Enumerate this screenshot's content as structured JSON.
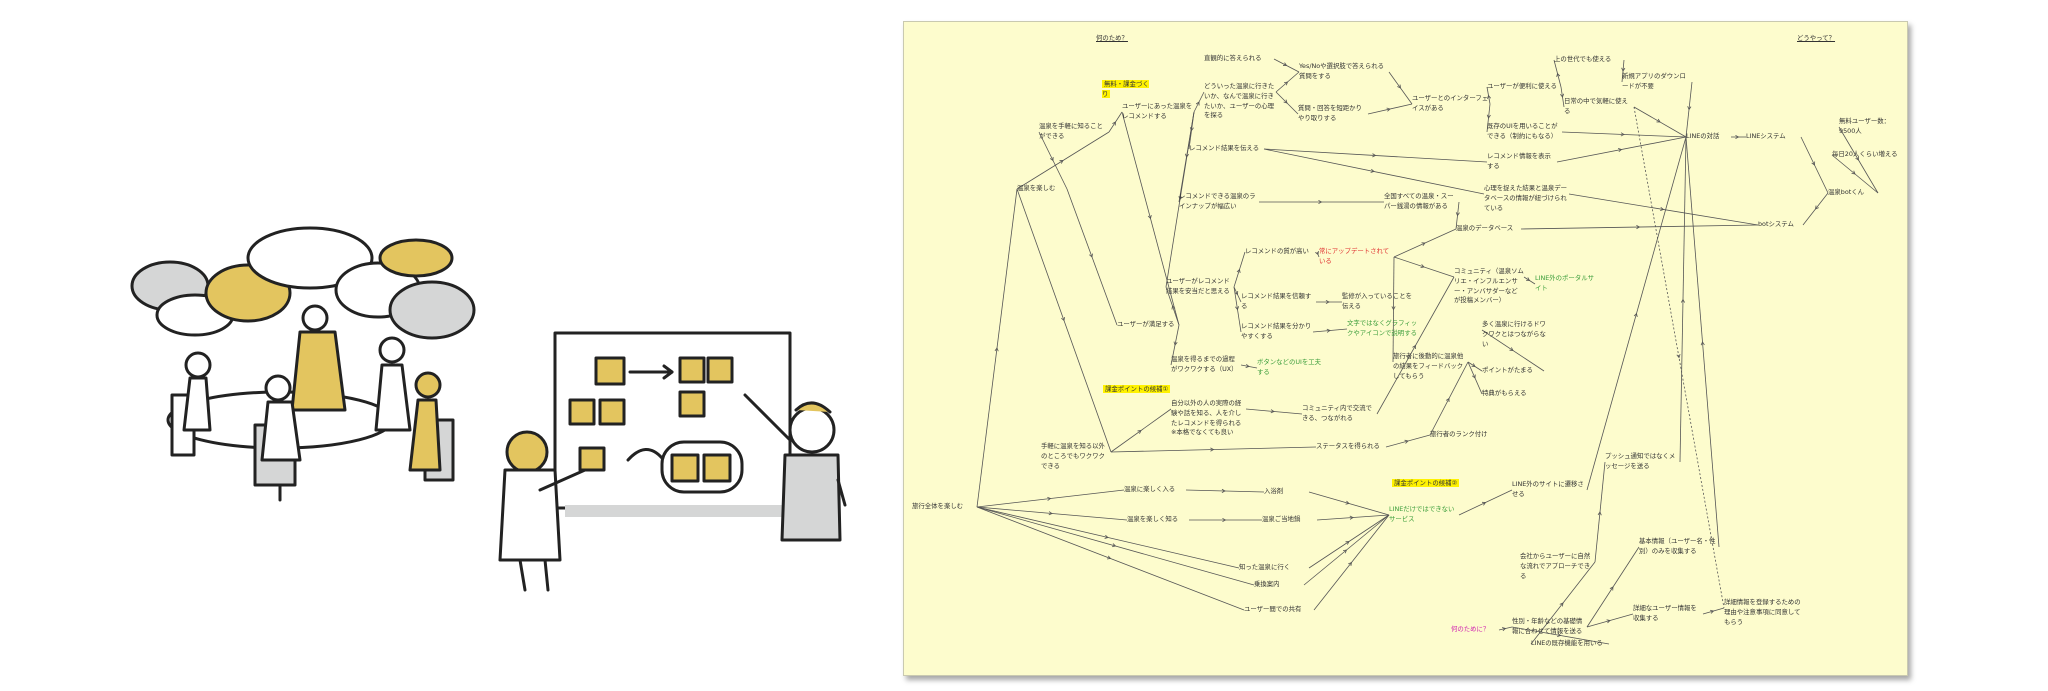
{
  "colors": {
    "accent_yellow": "#e3c55f",
    "gray_fill": "#d5d6d6",
    "board_bg": "#fdfccd",
    "highlight": "#fff200",
    "red_text": "#e03030",
    "green_text": "#3a9d3a",
    "magenta_text": "#d01fb0"
  },
  "illustration": {
    "left_scene": "team-meeting-with-speech-bubbles",
    "right_scene": "sticky-note-whiteboard-discussion"
  },
  "mindmap": {
    "nodes": [
      {
        "id": "n1",
        "text": "何のため？",
        "style": "link"
      },
      {
        "id": "n2",
        "text": "どうやって？",
        "style": "link"
      },
      {
        "id": "n3",
        "text": "直観的に答えられる"
      },
      {
        "id": "n4",
        "text": "Yes/Noや選択肢で答えられる質問をする"
      },
      {
        "id": "n5",
        "text": "上の世代でも使える"
      },
      {
        "id": "n6",
        "text": "新規アプリのダウンロードが不要"
      },
      {
        "id": "n7",
        "text": "無料・課金づくり",
        "style": "tag"
      },
      {
        "id": "n8",
        "text": "どういった温泉に行きたいか、なんで温泉に行きたいか、ユーザーの心理を探る"
      },
      {
        "id": "n9",
        "text": "ユーザーとのインターフェイスがある"
      },
      {
        "id": "n10",
        "text": "ユーザーが便利に使える"
      },
      {
        "id": "n11",
        "text": "日常の中で気軽に使える"
      },
      {
        "id": "n12",
        "text": "ユーザーにあった温泉をレコメンドする"
      },
      {
        "id": "n13",
        "text": "質問・回答を短距かりやり取りする"
      },
      {
        "id": "n14",
        "text": "温泉を手軽に知ることができる"
      },
      {
        "id": "n15",
        "text": "既存のUIを用いることができる（制約にもなる）"
      },
      {
        "id": "n16",
        "text": "LINEの対話"
      },
      {
        "id": "n17",
        "text": "LINEシステム"
      },
      {
        "id": "n18",
        "text": "無料ユーザー数：9500人"
      },
      {
        "id": "n19",
        "text": "レコメンド結果を伝える"
      },
      {
        "id": "n20",
        "text": "レコメンド情報を表示する"
      },
      {
        "id": "n21",
        "text": "毎日20人くらい増える"
      },
      {
        "id": "n22",
        "text": "温泉を楽しむ"
      },
      {
        "id": "n23",
        "text": "心理を捉えた結果と温泉データベースの情報が紐づけられている"
      },
      {
        "id": "n24",
        "text": "温泉botくん"
      },
      {
        "id": "n25",
        "text": "レコメンドできる温泉のラインナップが幅広い"
      },
      {
        "id": "n26",
        "text": "全国すべての温泉・スーパー銭湯の情報がある"
      },
      {
        "id": "n27",
        "text": "botシステム"
      },
      {
        "id": "n28",
        "text": "温泉のデータベース"
      },
      {
        "id": "n29",
        "text": "レコメンドの質が高い"
      },
      {
        "id": "n30",
        "text": "常にアップデートされている",
        "style": "red"
      },
      {
        "id": "n31",
        "text": "ユーザーがレコメンド結果を安当だと思える"
      },
      {
        "id": "n32",
        "text": "コミュニティ（温泉ソムリエ・インフルエンサー・アンバサダーなどが投稿メンバー）"
      },
      {
        "id": "n33",
        "text": "LINE外のポータルサイト",
        "style": "green"
      },
      {
        "id": "n34",
        "text": "レコメンド結果を信頼する"
      },
      {
        "id": "n35",
        "text": "監修が入っていることを伝える"
      },
      {
        "id": "n36",
        "text": "ユーザーが満足する"
      },
      {
        "id": "n37",
        "text": "レコメンド結果を分かりやすくする"
      },
      {
        "id": "n38",
        "text": "文字ではなくグラフィックやアイコンで説明する",
        "style": "green"
      },
      {
        "id": "n39",
        "text": "多く温泉に行けるドワクワクとはつながらない"
      },
      {
        "id": "n40",
        "text": "温泉を得るまでの過程がワクワクする（UX）"
      },
      {
        "id": "n41",
        "text": "ボタンなどのUIを工夫する",
        "style": "green"
      },
      {
        "id": "n42",
        "text": "旅行者に後動的に温泉他の結果をフィードバックしてもらう"
      },
      {
        "id": "n43",
        "text": "ポイントがたまる"
      },
      {
        "id": "n44",
        "text": "課金ポイントの候補①",
        "style": "tag"
      },
      {
        "id": "n45",
        "text": "特典がもらえる"
      },
      {
        "id": "n46",
        "text": "自分以外の人の実際の経験や話を知る、人を介したレコメンドを得られる※本格でなくても良い"
      },
      {
        "id": "n47",
        "text": "コミュニティ内で交流できる、つながれる"
      },
      {
        "id": "n48",
        "text": "旅行者のランク付け"
      },
      {
        "id": "n49",
        "text": "手軽に温泉を知る以外のところでもワクワクできる"
      },
      {
        "id": "n50",
        "text": "ステータスを得られる"
      },
      {
        "id": "n51",
        "text": "プッシュ通知ではなくメッセージを送る"
      },
      {
        "id": "n52",
        "text": "課金ポイントの候補②",
        "style": "tag"
      },
      {
        "id": "n53",
        "text": "温泉に楽しく入る"
      },
      {
        "id": "n54",
        "text": "入浴剤"
      },
      {
        "id": "n55",
        "text": "LINE外のサイトに遷移させる"
      },
      {
        "id": "n56",
        "text": "旅行全体を楽しむ"
      },
      {
        "id": "n57",
        "text": "LINEだけではできないサービス",
        "style": "green"
      },
      {
        "id": "n58",
        "text": "温泉を楽しく知る"
      },
      {
        "id": "n59",
        "text": "温泉ご当地鍋"
      },
      {
        "id": "n60",
        "text": "基本情報（ユーザー名・性別）のみを収集する"
      },
      {
        "id": "n61",
        "text": "会社からユーザーに自然な流れでアプローチできる"
      },
      {
        "id": "n62",
        "text": "知った温泉に行く"
      },
      {
        "id": "n63",
        "text": "乗換案内"
      },
      {
        "id": "n64",
        "text": "詳細なユーザー情報を収集する"
      },
      {
        "id": "n65",
        "text": "詳細情報を登録するための理由や注意事項に同意してもらう"
      },
      {
        "id": "n66",
        "text": "ユーザー間での共有"
      },
      {
        "id": "n67",
        "text": "何のために？",
        "style": "magenta"
      },
      {
        "id": "n68",
        "text": "性別・年齢などの基礎情報に合わせて情報を送る"
      },
      {
        "id": "n69",
        "text": "LINEの既存機能を用いる"
      }
    ],
    "edges": [
      [
        "n3",
        "n4"
      ],
      [
        "n8",
        "n4"
      ],
      [
        "n8",
        "n13"
      ],
      [
        "n12",
        "n8"
      ],
      [
        "n12",
        "n19"
      ],
      [
        "n12",
        "n25"
      ],
      [
        "n12",
        "n31"
      ],
      [
        "n14",
        "n12"
      ],
      [
        "n4",
        "n9"
      ],
      [
        "n13",
        "n9"
      ],
      [
        "n9",
        "n10"
      ],
      [
        "n9",
        "n15"
      ],
      [
        "n10",
        "n5"
      ],
      [
        "n5",
        "n6"
      ],
      [
        "n6",
        "n16"
      ],
      [
        "n11",
        "n16"
      ],
      [
        "n10",
        "n11"
      ],
      [
        "n15",
        "n16"
      ],
      [
        "n20",
        "n16"
      ],
      [
        "n16",
        "n17"
      ],
      [
        "n17",
        "n24"
      ],
      [
        "n18",
        "n24"
      ],
      [
        "n21",
        "n24"
      ],
      [
        "n19",
        "n20"
      ],
      [
        "n19",
        "n23"
      ],
      [
        "n23",
        "n27"
      ],
      [
        "n24",
        "n27"
      ],
      [
        "n25",
        "n26"
      ],
      [
        "n26",
        "n28"
      ],
      [
        "n28",
        "n27"
      ],
      [
        "n29",
        "n30"
      ],
      [
        "n30",
        "n28"
      ],
      [
        "n30",
        "n32"
      ],
      [
        "n32",
        "n33"
      ],
      [
        "n31",
        "n29"
      ],
      [
        "n31",
        "n34"
      ],
      [
        "n31",
        "n37"
      ],
      [
        "n34",
        "n35"
      ],
      [
        "n37",
        "n38"
      ],
      [
        "n36",
        "n31"
      ],
      [
        "n36",
        "n40"
      ],
      [
        "n40",
        "n41"
      ],
      [
        "n22",
        "n14"
      ],
      [
        "n22",
        "n36"
      ],
      [
        "n22",
        "n49"
      ],
      [
        "n30",
        "n42"
      ],
      [
        "n42",
        "n43"
      ],
      [
        "n42",
        "n45"
      ],
      [
        "n39",
        "n43"
      ],
      [
        "n49",
        "n46"
      ],
      [
        "n49",
        "n50"
      ],
      [
        "n46",
        "n47"
      ],
      [
        "n47",
        "n32"
      ],
      [
        "n50",
        "n48"
      ],
      [
        "n48",
        "n42"
      ],
      [
        "n56",
        "n22"
      ],
      [
        "n56",
        "n53"
      ],
      [
        "n56",
        "n58"
      ],
      [
        "n56",
        "n62"
      ],
      [
        "n56",
        "n63"
      ],
      [
        "n56",
        "n66"
      ],
      [
        "n53",
        "n54"
      ],
      [
        "n58",
        "n59"
      ],
      [
        "n54",
        "n57"
      ],
      [
        "n59",
        "n57"
      ],
      [
        "n62",
        "n57"
      ],
      [
        "n63",
        "n57"
      ],
      [
        "n66",
        "n57"
      ],
      [
        "n57",
        "n55"
      ],
      [
        "n55",
        "n16"
      ],
      [
        "n61",
        "n51"
      ],
      [
        "n51",
        "n16"
      ],
      [
        "n60",
        "n16"
      ],
      [
        "n67",
        "n68"
      ],
      [
        "n68",
        "n60"
      ],
      [
        "n68",
        "n64"
      ],
      [
        "n68",
        "n69"
      ],
      [
        "n64",
        "n65"
      ],
      [
        "n69",
        "n61"
      ],
      [
        "n12",
        "n36"
      ],
      [
        "n14",
        "n22"
      ]
    ],
    "dashed_edges": [
      [
        "n11",
        "n65"
      ]
    ]
  }
}
